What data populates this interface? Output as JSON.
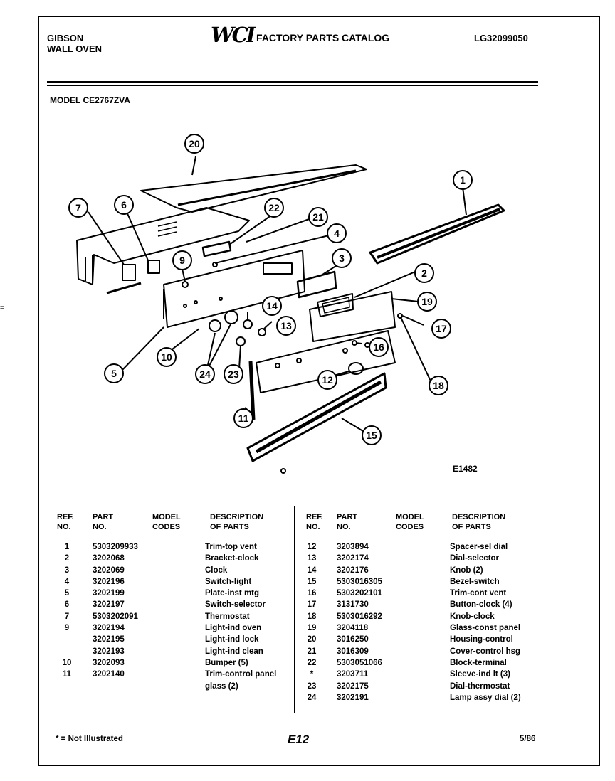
{
  "header": {
    "brand_line1": "GIBSON",
    "brand_line2": "WALL OVEN",
    "logo_text": "WCI",
    "catalog_title": "FACTORY PARTS CATALOG",
    "doc_number": "LG32099050",
    "model_label": "MODEL CE2767ZVA"
  },
  "diagram": {
    "drawing_code": "E1482",
    "callouts": [
      "1",
      "2",
      "3",
      "4",
      "5",
      "6",
      "7",
      "9",
      "10",
      "11",
      "12",
      "13",
      "14",
      "15",
      "16",
      "17",
      "18",
      "19",
      "20",
      "21",
      "22",
      "23",
      "24"
    ]
  },
  "table": {
    "headers": {
      "ref_no_1": "REF.",
      "ref_no_2": "NO.",
      "part_no_1": "PART",
      "part_no_2": "NO.",
      "model_codes_1": "MODEL",
      "model_codes_2": "CODES",
      "description_1": "DESCRIPTION",
      "description_2": "OF PARTS"
    },
    "left_rows": [
      {
        "ref": "1",
        "part": "5303209933",
        "desc": "Trim-top vent"
      },
      {
        "ref": "2",
        "part": "3202068",
        "desc": "Bracket-clock"
      },
      {
        "ref": "3",
        "part": "3202069",
        "desc": "Clock"
      },
      {
        "ref": "4",
        "part": "3202196",
        "desc": "Switch-light"
      },
      {
        "ref": "5",
        "part": "3202199",
        "desc": "Plate-inst mtg"
      },
      {
        "ref": "6",
        "part": "3202197",
        "desc": "Switch-selector"
      },
      {
        "ref": "7",
        "part": "5303202091",
        "desc": "Thermostat"
      },
      {
        "ref": "9",
        "part": "3202194",
        "desc": "Light-ind oven"
      },
      {
        "ref": "",
        "part": "3202195",
        "desc": "Light-ind lock"
      },
      {
        "ref": "",
        "part": "3202193",
        "desc": "Light-ind clean"
      },
      {
        "ref": "10",
        "part": "3202093",
        "desc": "Bumper (5)"
      },
      {
        "ref": "11",
        "part": "3202140",
        "desc": "Trim-control panel"
      },
      {
        "ref": "",
        "part": "",
        "desc": "glass (2)"
      }
    ],
    "right_rows": [
      {
        "ref": "12",
        "part": "3203894",
        "desc": "Spacer-sel dial"
      },
      {
        "ref": "13",
        "part": "3202174",
        "desc": "Dial-selector"
      },
      {
        "ref": "14",
        "part": "3202176",
        "desc": "Knob (2)"
      },
      {
        "ref": "15",
        "part": "5303016305",
        "desc": "Bezel-switch"
      },
      {
        "ref": "16",
        "part": "5303202101",
        "desc": "Trim-cont vent"
      },
      {
        "ref": "17",
        "part": "3131730",
        "desc": "Button-clock (4)"
      },
      {
        "ref": "18",
        "part": "5303016292",
        "desc": "Knob-clock"
      },
      {
        "ref": "19",
        "part": "3204118",
        "desc": "Glass-const panel"
      },
      {
        "ref": "20",
        "part": "3016250",
        "desc": "Housing-control"
      },
      {
        "ref": "21",
        "part": "3016309",
        "desc": "Cover-control hsg"
      },
      {
        "ref": "22",
        "part": "5303051066",
        "desc": "Block-terminal"
      },
      {
        "ref": "*",
        "part": "3203711",
        "desc": "Sleeve-ind lt (3)"
      },
      {
        "ref": "23",
        "part": "3202175",
        "desc": "Dial-thermostat"
      },
      {
        "ref": "24",
        "part": "3202191",
        "desc": "Lamp assy dial (2)"
      }
    ]
  },
  "footer": {
    "note": "* = Not Illustrated",
    "page": "E12",
    "date": "5/86"
  },
  "edge_mark": "=",
  "colors": {
    "ink": "#000000",
    "paper": "#ffffff"
  }
}
